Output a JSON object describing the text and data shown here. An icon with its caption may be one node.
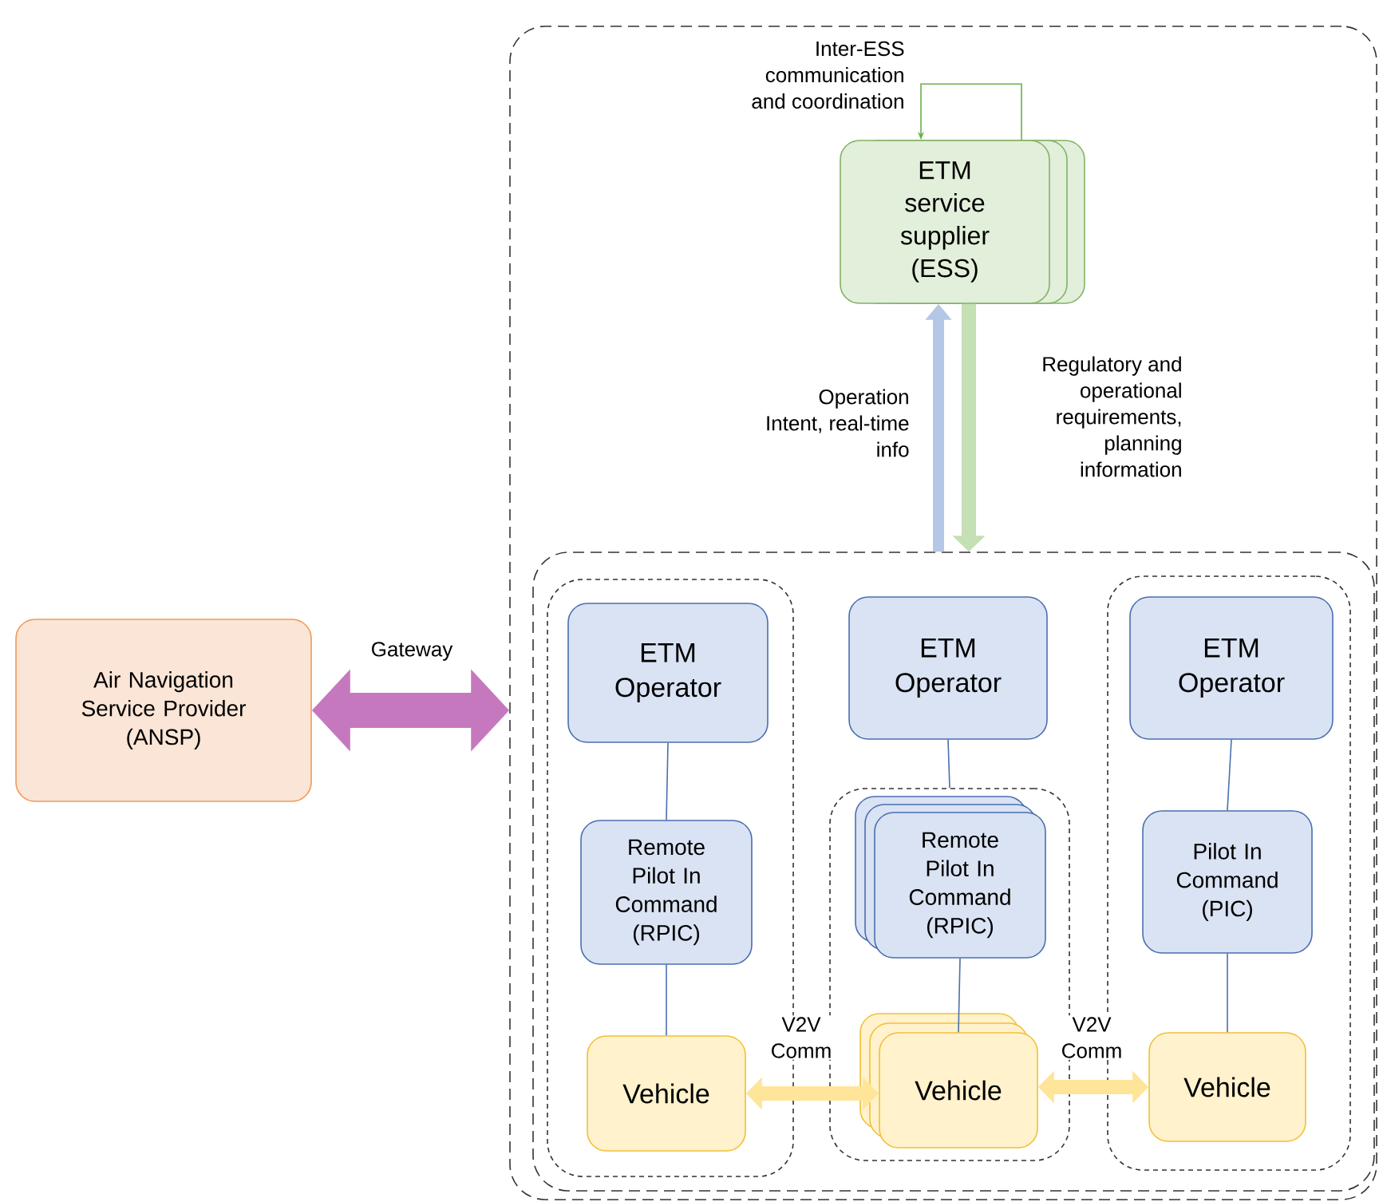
{
  "diagram": {
    "nodes": [
      {
        "text": [],
        "shape": "box"
      },
      {
        "text": [
          "ETM service supplier (ESS)"
        ],
        "in": 0
      },
      {
        "text": [],
        "shape": "box",
        "in": 0
      },
      {
        "text": [],
        "shape": "box",
        "in": 2
      },
      {
        "text": [
          "ETM Operator"
        ],
        "in": 3
      },
      {
        "text": [
          "Remote Pilot In Command (RPIC)"
        ],
        "in": 3
      },
      {
        "text": [
          "Vehicle"
        ],
        "in": 3
      },
      {
        "text": [
          "ETM Operator"
        ],
        "in": 2
      },
      {
        "text": [],
        "shape": "box",
        "in": 2
      },
      {
        "text": [
          "Remote Pilot In Command (RPIC)"
        ],
        "in": 8
      },
      {
        "text": [
          "Vehicle"
        ],
        "in": 8
      },
      {
        "text": [],
        "shape": "box",
        "in": 2
      },
      {
        "text": [
          "ETM Operator"
        ],
        "in": 11
      },
      {
        "text": [
          "Pilot In Command (PIC)"
        ],
        "in": 11
      },
      {
        "text": [
          "Vehicle"
        ],
        "in": 11
      },
      {
        "text": [
          "Air Navigation Service Provider (ANSP)"
        ]
      }
    ],
    "edges": [
      {
        "from": 1,
        "to": 1,
        "arrow": "to",
        "label": "Inter-ESS communication and coordination",
        "color": "#6ab04c"
      },
      {
        "from": 2,
        "to": 1,
        "arrow": "to",
        "label": "Operation Intent, real-time info",
        "style": "thick",
        "color": "#b4c7e7"
      },
      {
        "from": 1,
        "to": 2,
        "arrow": "to",
        "label": "Regulatory and operational requirements, planning information",
        "style": "thick",
        "color": "#c5e0b4"
      },
      {
        "from": 15,
        "to": 0,
        "arrow": "both",
        "label": "Gateway",
        "style": "thick",
        "color": "#c678be"
      },
      {
        "from": 4,
        "to": 5,
        "arrow": "none"
      },
      {
        "from": 5,
        "to": 6,
        "arrow": "none"
      },
      {
        "from": 7,
        "to": 8,
        "arrow": "none"
      },
      {
        "from": 9,
        "to": 10,
        "arrow": "none"
      },
      {
        "from": 12,
        "to": 13,
        "arrow": "none"
      },
      {
        "from": 13,
        "to": 14,
        "arrow": "none"
      },
      {
        "from": 6,
        "to": 10,
        "arrow": "both",
        "label": "V2V Comm",
        "style": "thick",
        "color": "#ffe599"
      },
      {
        "from": 10,
        "to": 14,
        "arrow": "both",
        "label": "V2V Comm",
        "style": "thick",
        "color": "#ffe599"
      }
    ]
  }
}
